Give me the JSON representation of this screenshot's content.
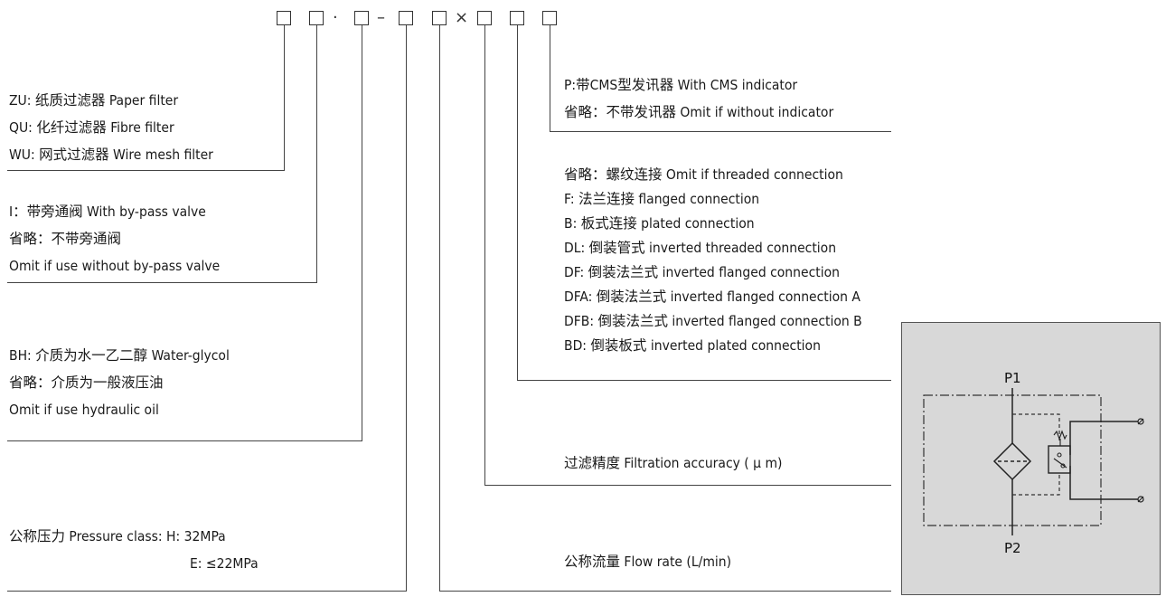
{
  "code_pattern": {
    "separators": {
      "dot": "·",
      "dash": "–",
      "times": "×"
    }
  },
  "filter_material": {
    "items": [
      "ZU: 纸质过滤器  Paper filter",
      "QU: 化纤过滤器 Fibre filter",
      "WU: 网式过滤器 Wire mesh filter"
    ]
  },
  "bypass_valve": {
    "items": [
      "I：带旁通阀  With by-pass valve",
      "省略：不带旁通阀",
      "Omit if use without by-pass valve"
    ]
  },
  "medium": {
    "items": [
      "BH: 介质为水一乙二醇   Water-glycol",
      "省略：介质为一般液压油",
      "Omit if use hydraulic oil"
    ]
  },
  "pressure": {
    "line1": "公称压力 Pressure class: H: 32MPa",
    "line2": "E: ≤22MPa"
  },
  "indicator": {
    "items": [
      "P:带CMS型发讯器  With CMS indicator",
      "省略：不带发讯器  Omit if without indicator"
    ]
  },
  "connection": {
    "items": [
      "省略：螺纹连接 Omit if threaded connection",
      "F: 法兰连接 flanged connection",
      "B: 板式连接 plated  connection",
      "DL: 倒装管式 inverted threaded connection",
      "DF: 倒装法兰式 inverted flanged connection",
      "DFA: 倒装法兰式 inverted flanged connection A",
      "DFB: 倒装法兰式 inverted flanged connection B",
      "BD: 倒装板式 inverted plated connection"
    ]
  },
  "accuracy": {
    "label": "过滤精度  Filtration accuracy ( μ m)"
  },
  "flow": {
    "label": "公称流量 Flow rate (L/min)"
  },
  "symbol": {
    "port_in": "P1",
    "port_out": "P2"
  }
}
